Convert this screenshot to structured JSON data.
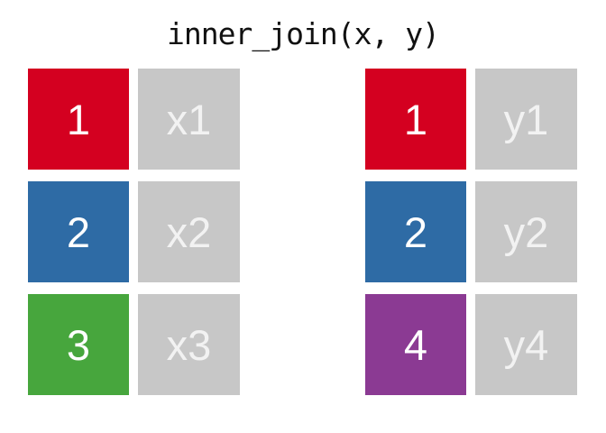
{
  "title": "inner_join(x, y)",
  "colors": {
    "background": "#ffffff",
    "title_text": "#111111",
    "key1": "#d40020",
    "key2": "#2e6ba5",
    "key3": "#47a63d",
    "key4": "#8b3a93",
    "value_bg": "#c7c7c7",
    "key_text": "#ffffff",
    "value_text": "#f2f2f2"
  },
  "tables": [
    {
      "name": "x",
      "rows": [
        {
          "key": "1",
          "value": "x1",
          "key_color": "#d40020"
        },
        {
          "key": "2",
          "value": "x2",
          "key_color": "#2e6ba5"
        },
        {
          "key": "3",
          "value": "x3",
          "key_color": "#47a63d"
        }
      ]
    },
    {
      "name": "y",
      "rows": [
        {
          "key": "1",
          "value": "y1",
          "key_color": "#d40020"
        },
        {
          "key": "2",
          "value": "y2",
          "key_color": "#2e6ba5"
        },
        {
          "key": "4",
          "value": "y4",
          "key_color": "#8b3a93"
        }
      ]
    }
  ]
}
